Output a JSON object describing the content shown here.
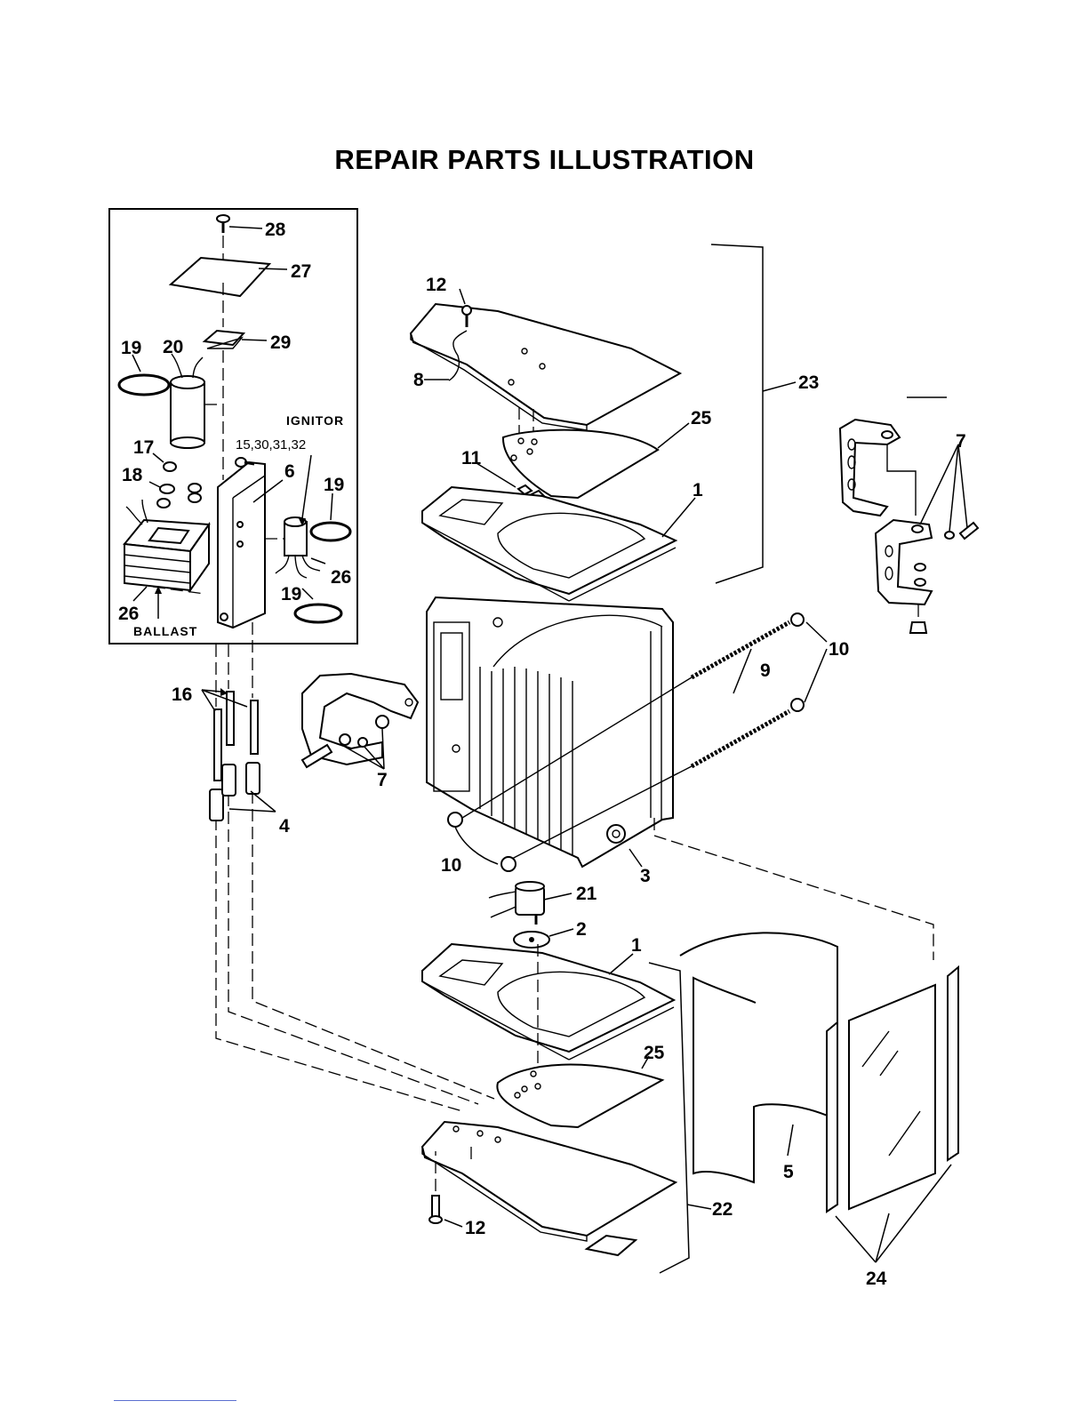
{
  "title": "REPAIR PARTS ILLUSTRATION",
  "inset": {
    "word_labels": {
      "ignitor": "IGNITOR",
      "ballast": "BALLAST"
    }
  },
  "callouts": {
    "c28": "28",
    "c27": "27",
    "c29": "29",
    "c19a": "19",
    "c20": "20",
    "c17": "17",
    "c18": "18",
    "c15": "15,30,31,32",
    "c6": "6",
    "c19b": "19",
    "c26a": "26",
    "c19c": "19",
    "c26b": "26",
    "c12a": "12",
    "c8": "8",
    "c23": "23",
    "c25a": "25",
    "c11": "11",
    "c1a": "1",
    "c7a": "7",
    "c10a": "10",
    "c9": "9",
    "c16": "16",
    "c7b": "7",
    "c4": "4",
    "c10b": "10",
    "c3": "3",
    "c21": "21",
    "c2": "2",
    "c1b": "1",
    "c25b": "25",
    "c5": "5",
    "c22": "22",
    "c12b": "12",
    "c24": "24"
  }
}
